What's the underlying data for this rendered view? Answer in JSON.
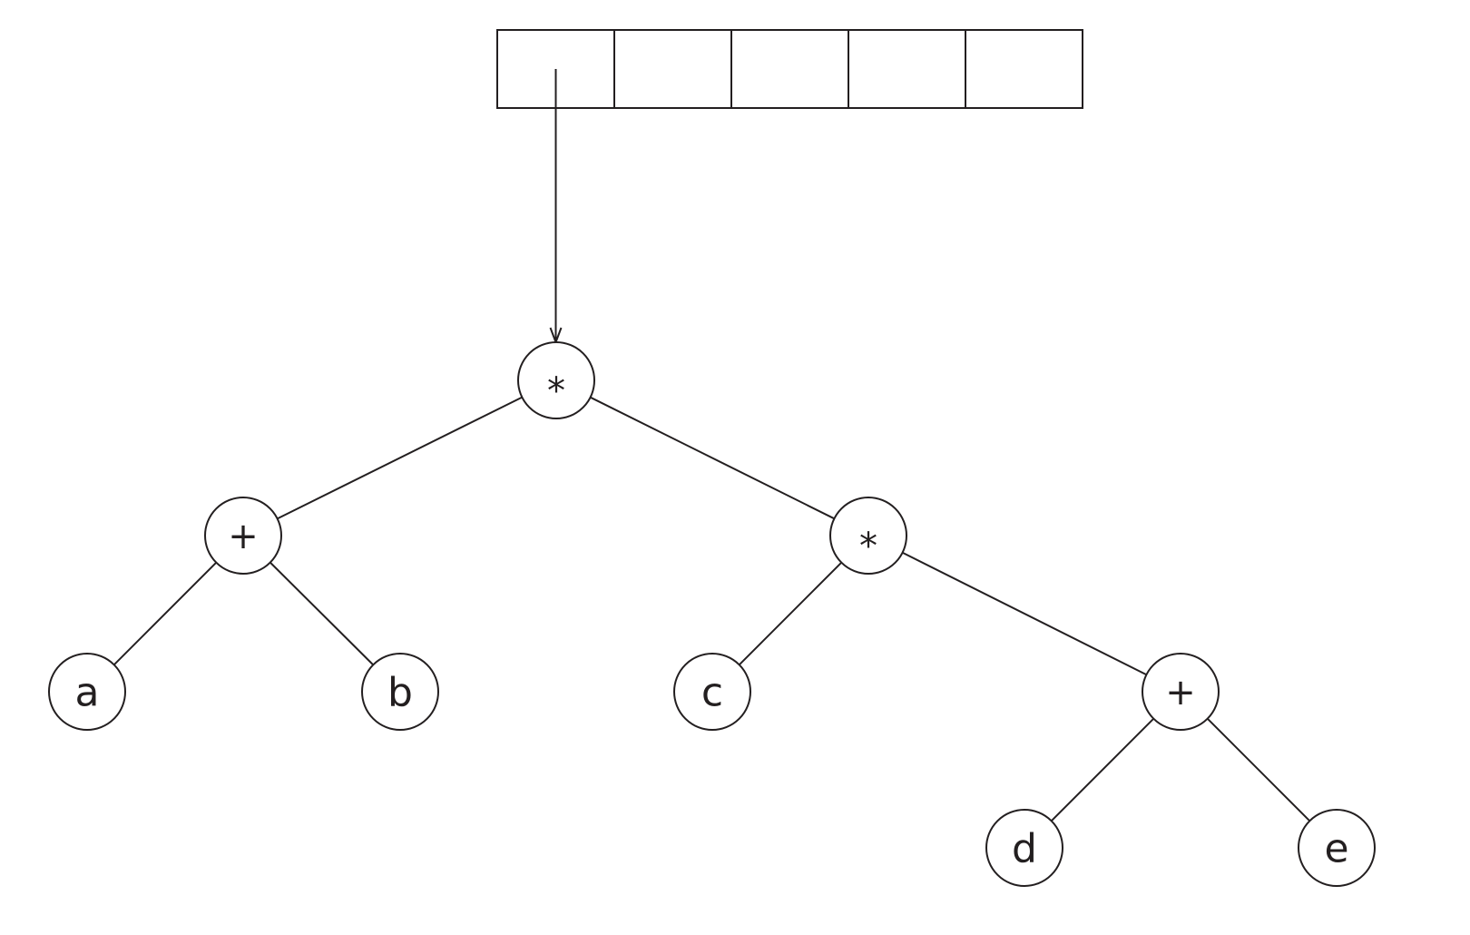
{
  "array": {
    "cell_count": 5,
    "pointer_from_cell": 0,
    "pointer_to_node": "root"
  },
  "tree": {
    "nodes": {
      "root": {
        "label": "*"
      },
      "plus_left": {
        "label": "+"
      },
      "times_right": {
        "label": "*"
      },
      "leaf_a": {
        "label": "a"
      },
      "leaf_b": {
        "label": "b"
      },
      "leaf_c": {
        "label": "c"
      },
      "plus_right": {
        "label": "+"
      },
      "leaf_d": {
        "label": "d"
      },
      "leaf_e": {
        "label": "e"
      }
    },
    "edges": [
      [
        "root",
        "plus_left"
      ],
      [
        "root",
        "times_right"
      ],
      [
        "plus_left",
        "leaf_a"
      ],
      [
        "plus_left",
        "leaf_b"
      ],
      [
        "times_right",
        "leaf_c"
      ],
      [
        "times_right",
        "plus_right"
      ],
      [
        "plus_right",
        "leaf_d"
      ],
      [
        "plus_right",
        "leaf_e"
      ]
    ]
  },
  "colors": {
    "stroke": "#231f20",
    "background": "#ffffff"
  }
}
